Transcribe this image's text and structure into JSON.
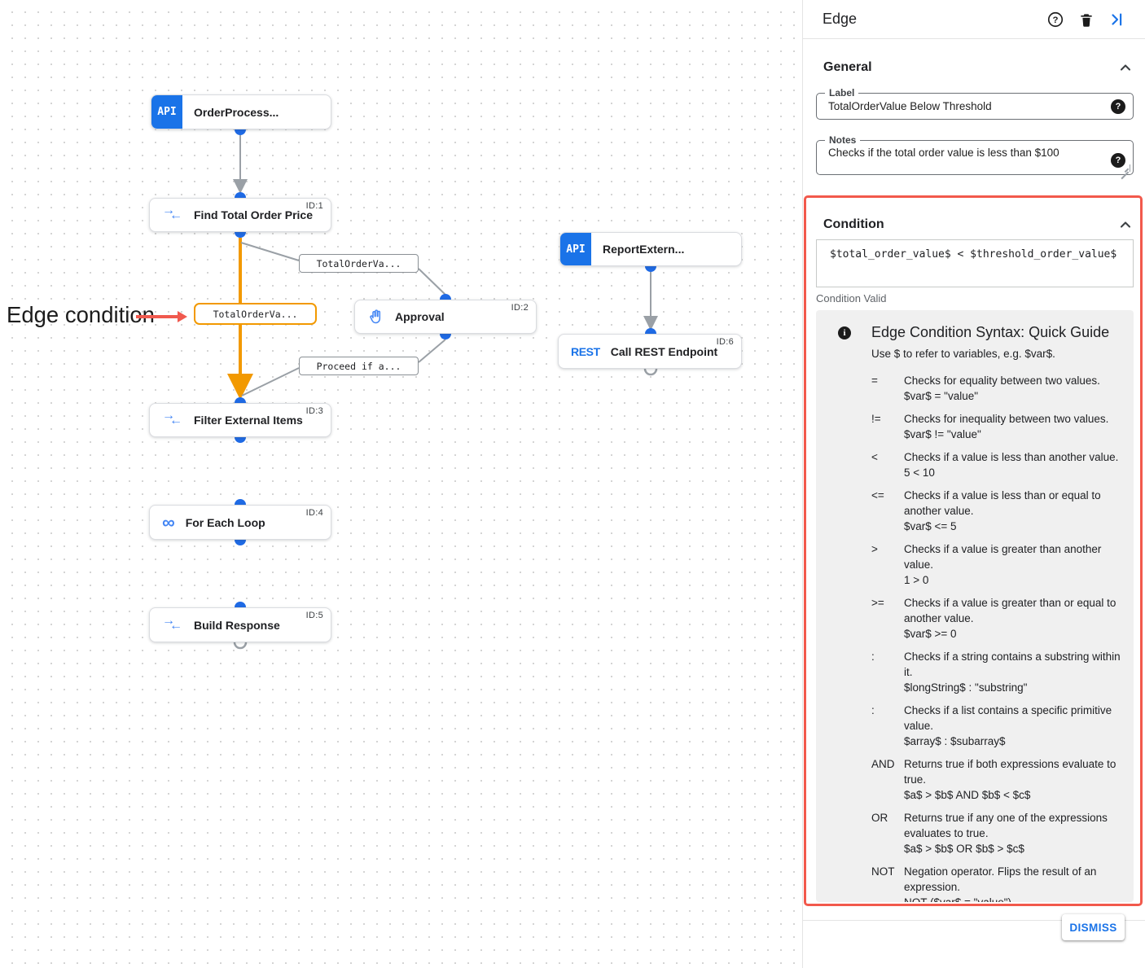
{
  "colors": {
    "accent_blue": "#1a73e8",
    "icon_blue": "#4285f4",
    "edge_orange": "#f29900",
    "edge_gray": "#9aa0a6",
    "annotation_red": "#f2594c"
  },
  "canvas": {
    "annotation_label": "Edge condition",
    "icons": {
      "api_badge": "API",
      "rest_badge": "REST"
    },
    "nodes": [
      {
        "label": "OrderProcess...",
        "badge": ""
      },
      {
        "label": "Find Total Order Price",
        "badge": "ID:1"
      },
      {
        "label": "Approval",
        "badge": "ID:2"
      },
      {
        "label": "ReportExtern...",
        "badge": ""
      },
      {
        "label": "Call REST Endpoint",
        "badge": "ID:6"
      },
      {
        "label": "Filter External Items",
        "badge": "ID:3"
      },
      {
        "label": "For Each Loop",
        "badge": "ID:4"
      },
      {
        "label": "Build Response",
        "badge": "ID:5"
      }
    ],
    "edge_labels": {
      "to_approval": "TotalOrderVa...",
      "condition": "TotalOrderVa...",
      "proceed": "Proceed if a..."
    }
  },
  "panel": {
    "title": "Edge",
    "general": {
      "header": "General",
      "label_field": {
        "label": "Label",
        "value": "TotalOrderValue Below Threshold"
      },
      "notes_field": {
        "label": "Notes",
        "value": "Checks if the total order value is less than $100"
      }
    },
    "condition": {
      "header": "Condition",
      "expression": "$total_order_value$ < $threshold_order_value$",
      "status": "Condition Valid"
    },
    "guide": {
      "title": "Edge Condition Syntax: Quick Guide",
      "intro": "Use $ to refer to variables, e.g. $var$.",
      "rows": [
        {
          "op": "=",
          "desc": "Checks for equality between two values.",
          "example": "$var$ = \"value\""
        },
        {
          "op": "!=",
          "desc": "Checks for inequality between two values.",
          "example": "$var$ != \"value\""
        },
        {
          "op": "<",
          "desc": "Checks if a value is less than another value.",
          "example": "5 < 10"
        },
        {
          "op": "<=",
          "desc": "Checks if a value is less than or equal to another value.",
          "example": "$var$ <= 5"
        },
        {
          "op": ">",
          "desc": "Checks if a value is greater than another value.",
          "example": "1 > 0"
        },
        {
          "op": ">=",
          "desc": "Checks if a value is greater than or equal to another value.",
          "example": "$var$ >= 0"
        },
        {
          "op": ":",
          "desc": "Checks if a string contains a substring within it.",
          "example": "$longString$ : \"substring\""
        },
        {
          "op": ":",
          "desc": "Checks if a list contains a specific primitive value.",
          "example": "$array$ : $subarray$"
        },
        {
          "op": "AND",
          "desc": "Returns true if both expressions evaluate to true.",
          "example": "$a$ > $b$ AND $b$ < $c$"
        },
        {
          "op": "OR",
          "desc": "Returns true if any one of the expressions evaluates to true.",
          "example": "$a$ > $b$ OR $b$ > $c$"
        },
        {
          "op": "NOT",
          "desc": "Negation operator. Flips the result of an expression.",
          "example": "NOT ($var$ = \"value\")"
        }
      ]
    },
    "dismiss_label": "DISMISS"
  }
}
